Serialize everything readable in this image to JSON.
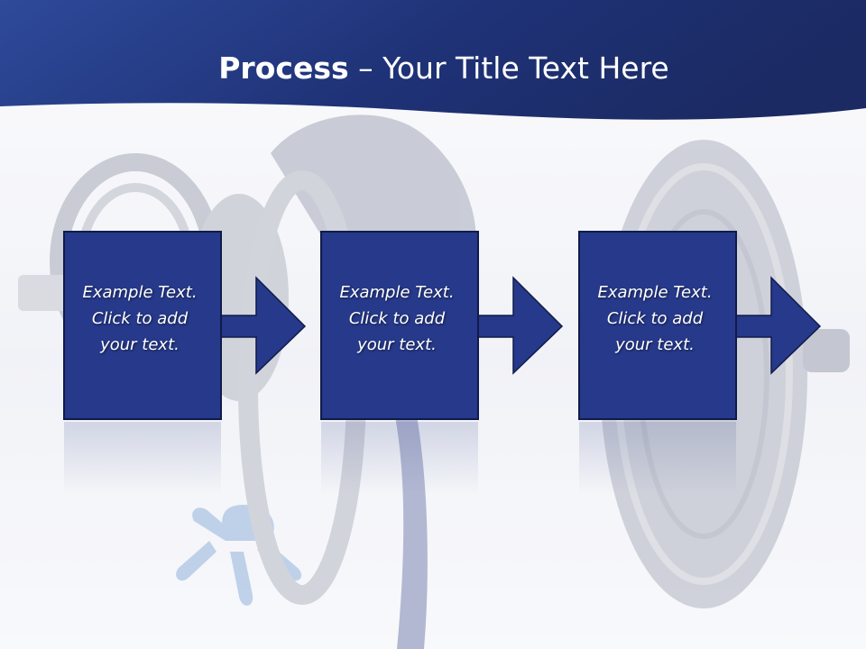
{
  "slide": {
    "title_bold": "Process",
    "title_rest": " – Your Title Text Here",
    "colors": {
      "band_dark": "#1c2b67",
      "band_light": "#2e4a9a",
      "box_fill": "#26398a",
      "box_border": "#101b4a"
    }
  },
  "process": {
    "steps": [
      {
        "line1": "Example Text.",
        "line2": "Click  to add",
        "line3": "your text."
      },
      {
        "line1": "Example Text.",
        "line2": "Click  to add",
        "line3": "your text."
      },
      {
        "line1": "Example Text.",
        "line2": "Click  to add",
        "line3": "your text."
      }
    ],
    "arrow_icon": "right-arrow-icon"
  }
}
